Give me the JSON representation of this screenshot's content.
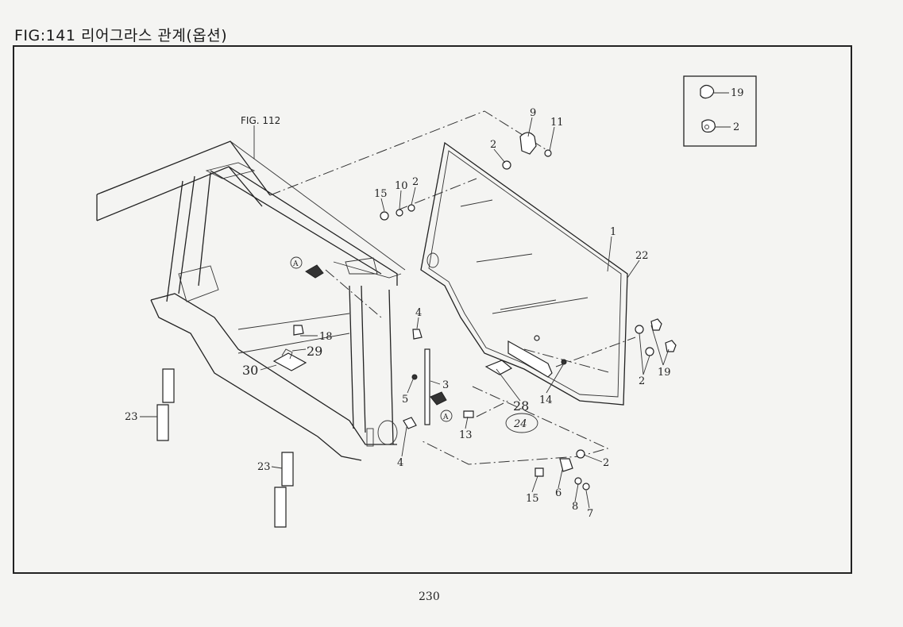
{
  "title": "FIG:141 리어그라스 관계(옵션)",
  "figure_ref": "FIG. 112",
  "page_number": "230",
  "callouts": {
    "p1": "1",
    "p22": "22",
    "p9": "9",
    "p11": "11",
    "p2a": "2",
    "p15a": "15",
    "p10": "10",
    "p2b": "2",
    "p19": "19",
    "p2c": "2",
    "p14": "14",
    "p28": "28",
    "p24": "24",
    "p13": "13",
    "p4a": "4",
    "p4b": "4",
    "p5": "5",
    "p3": "3",
    "pA1": "A",
    "pA2": "A",
    "p18": "18",
    "p29": "29",
    "p30": "30",
    "p23a": "23",
    "p23b": "23",
    "p15b": "15",
    "p6": "6",
    "p8": "8",
    "p7": "7",
    "p2d": "2",
    "inset19": "19",
    "inset2": "2"
  }
}
